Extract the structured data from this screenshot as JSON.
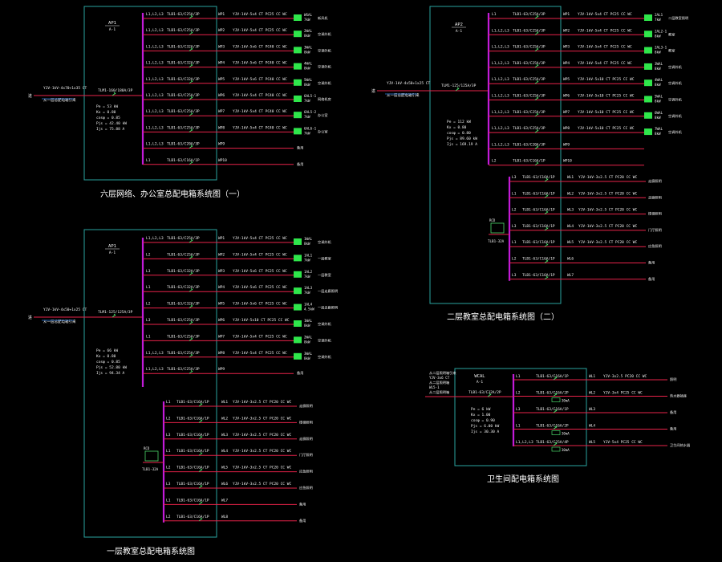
{
  "colors": {
    "background": "#000000",
    "panel_border": "#2aa3a0",
    "busbar": "#c21bd8",
    "circuit_line": "#e8234a",
    "label": "#f2f2f2",
    "load_box": "#2fe64b"
  },
  "titles": {
    "p1": "六层网络、办公室总配电箱系统图（一）",
    "p2": "一层教室总配电箱系统图",
    "p3": "二层教室总配电箱系统图（二）",
    "p4": "卫生间配电箱系统图"
  },
  "panels": {
    "p1": {
      "name": "AP1",
      "sub": "A-1",
      "feed_cable": "YJV-1kV-4x70+1x35 CT",
      "feed_note": "从一层总配电箱引来",
      "main_breaker": "TLM1-160/180A/3P",
      "side_mark": "进",
      "params": [
        "Pe = 53 kW",
        "Kx = 0.80",
        "cosφ = 0.85",
        "Pjs = 42.40 kW",
        "Ijs = 75.88 A"
      ],
      "rows": [
        {
          "phase": "L1,L2,L3",
          "breaker": "TLB1-63/C25A/3P",
          "id": "WP1",
          "cable": "YJV-1kV-5x4 CT PC25 CC WC",
          "box": "WSAL",
          "box2": "7kW",
          "dest": "新风机"
        },
        {
          "phase": "L1,L2,L3",
          "breaker": "TLB1-63/C25A/3P",
          "id": "WP2",
          "cable": "YJV-1kV-5x4 CT PC25 CC WC",
          "box": "2WAL",
          "box2": "8kW",
          "dest": "空调外机"
        },
        {
          "phase": "L1,L2,L3",
          "breaker": "TLB1-63/C32A/3P",
          "id": "WP3",
          "cable": "YJV-1kV-5x6 CT PC40 CC WC",
          "box": "3WAL",
          "box2": "8kW",
          "dest": "空调外机"
        },
        {
          "phase": "L1,L2,L3",
          "breaker": "TLB1-63/C32A/3P",
          "id": "WP4",
          "cable": "YJV-1kV-5x6 CT PC40 CC WC",
          "box": "4WAL",
          "box2": "8kW",
          "dest": "空调外机"
        },
        {
          "phase": "L1,L2,L3",
          "breaker": "TLB1-63/C32A/3P",
          "id": "WP5",
          "cable": "YJV-1kV-5x6 CT PC40 CC WC",
          "box": "5WAL",
          "box2": "8kW",
          "dest": "空调外机"
        },
        {
          "phase": "L1,L2,L3",
          "breaker": "TLB1-63/C25A/3P",
          "id": "WP6",
          "cable": "YJV-1kV-5x4 CT PC40 CC WC",
          "box": "6AL5-1",
          "box2": "7kW",
          "dest": "网络机房"
        },
        {
          "phase": "L1,L2,L3",
          "breaker": "TLB1-63/C25A/3P",
          "id": "WP7",
          "cable": "YJV-1kV-5x4 CT PC40 CC WC",
          "box": "6AL5-2",
          "box2": "7kW",
          "dest": "办公室"
        },
        {
          "phase": "L1,L2,L3",
          "breaker": "TLB1-63/C25A/3P",
          "id": "WP8",
          "cable": "YJV-1kV-5x4 CT PC40 CC WC",
          "box": "6AL6-1",
          "box2": "7kW",
          "dest": "办公室"
        },
        {
          "phase": "L1,L2,L3",
          "breaker": "TLB1-63/C20A/3P",
          "id": "WP9",
          "cable": "",
          "box": "",
          "box2": "",
          "dest": "备用"
        },
        {
          "phase": "L1",
          "breaker": "TLB1-63/C16A/1P",
          "id": "WP10",
          "cable": "",
          "box": "",
          "box2": "",
          "dest": "备用"
        }
      ]
    },
    "p2": {
      "name": "AP1",
      "sub": "A-1",
      "feed_cable": "YJV-1kV-4x50+1x25 CT",
      "feed_note": "从一层总配电箱引来",
      "main_breaker": "TLM1-125/125A/3P",
      "side_mark": "进",
      "params": [
        "Pe = 66 kW",
        "Kx = 0.80",
        "cosφ = 0.85",
        "Pjs = 52.80 kW",
        "Ijs = 94.34 A"
      ],
      "rows": [
        {
          "phase": "L1,L2,L3",
          "breaker": "TLB1-63/C25A/3P",
          "id": "WP1",
          "cable": "YJV-1kV-5x4 CT PC25 CC WC",
          "box": "1WAL",
          "box2": "8kW",
          "dest": "空调外机"
        },
        {
          "phase": "L2",
          "breaker": "TLB1-63/C25A/3P",
          "id": "WP2",
          "cable": "YJV-1kV-5x4 CT PC25 CC WC",
          "box": "1AL1",
          "box2": "7kW",
          "dest": "一层教室"
        },
        {
          "phase": "L3",
          "breaker": "TLB1-63/C32A/3P",
          "id": "WP3",
          "cable": "YJV-1kV-5x6 CT PC25 CC WC",
          "box": "1AL2",
          "box2": "7kW",
          "dest": "一层教室"
        },
        {
          "phase": "L1",
          "breaker": "TLB1-63/C32A/3P",
          "id": "WP4",
          "cable": "YJV-1kV-5x6 CT PC25 CC WC",
          "box": "1AL3",
          "box2": "7kW",
          "dest": "一层走廊照明"
        },
        {
          "phase": "L2",
          "breaker": "TLB1-63/C32A/3P",
          "id": "WP5",
          "cable": "YJV-1kV-5x6 CT PC25 CC WC",
          "box": "1AL4",
          "box2": "4.5kW",
          "dest": "一层走廊照明"
        },
        {
          "phase": "L3",
          "breaker": "TLB1-63/C25A/3P",
          "id": "WP6",
          "cable": "YJV-1kV-5x10 CT PC25 CC WC",
          "box": "1WAL",
          "box2": "8kW",
          "dest": "空调外机"
        },
        {
          "phase": "L1",
          "breaker": "TLB1-63/C25A/3P",
          "id": "WP7",
          "cable": "YJV-1kV-5x4 CT PC25 CC WC",
          "box": "2WAL",
          "box2": "8kW",
          "dest": "空调外机"
        },
        {
          "phase": "L1,L2,L3",
          "breaker": "TLB1-63/C25A/3P",
          "id": "WP8",
          "cable": "YJV-1kV-5x4 CT PC25 CC WC",
          "box": "3WAL",
          "box2": "8kW",
          "dest": "空调外机"
        },
        {
          "phase": "L1,L2,L3",
          "breaker": "TLB1-63/C25A/3P",
          "id": "WP9",
          "cable": "",
          "box": "",
          "box2": "",
          "dest": "备用"
        }
      ],
      "rcd_label": "RCD",
      "rcd_model": "TLB1-32A",
      "sub_rows": [
        {
          "phase": "L1",
          "breaker": "TLB1-63/C16A/1P",
          "id": "WL1",
          "cable": "YJV-1kV-3x2.5 CT PC20 CC WC",
          "dest": "走廊照明"
        },
        {
          "phase": "L2",
          "breaker": "TLB1-63/C16A/1P",
          "id": "WL2",
          "cable": "YJV-1kV-3x2.5 CT PC20 CC WC",
          "dest": "楼梯照明"
        },
        {
          "phase": "L3",
          "breaker": "TLB1-63/C16A/1P",
          "id": "WL3",
          "cable": "YJV-1kV-3x2.5 CT PC20 CC WC",
          "dest": "走廊照明"
        },
        {
          "phase": "L1",
          "breaker": "TLB1-63/C16A/1P",
          "id": "WL4",
          "cable": "YJV-1kV-3x2.5 CT PC20 CC WC",
          "dest": "门厅照明"
        },
        {
          "phase": "L2",
          "breaker": "TLB1-63/C16A/1P",
          "id": "WL5",
          "cable": "YJV-1kV-3x2.5 CT PC20 CC WC",
          "dest": "应急照明"
        },
        {
          "phase": "L3",
          "breaker": "TLB1-63/C16A/1P",
          "id": "WL6",
          "cable": "YJV-1kV-3x2.5 CT PC20 CC WC",
          "dest": "应急照明"
        },
        {
          "phase": "L1",
          "breaker": "TLB1-63/C16A/1P",
          "id": "WL7",
          "cable": "",
          "dest": "备用"
        },
        {
          "phase": "L2",
          "breaker": "TLB1-63/C16A/1P",
          "id": "WL8",
          "cable": "",
          "dest": "备用"
        }
      ]
    },
    "p3": {
      "name": "AP2",
      "sub": "A-1",
      "feed_cable": "YJV-1kV-4x50+1x25 CT",
      "feed_note": "从一层总配电箱引来",
      "main_breaker": "TLM1-125/125A/3P",
      "side_mark": "进",
      "params": [
        "Pe = 112 kW",
        "Kx = 0.80",
        "cosφ = 0.80",
        "Pjs = 89.60 kW",
        "Ijs = 169.19 A"
      ],
      "rows": [
        {
          "phase": "L1",
          "breaker": "TLB1-63/C25A/3P",
          "id": "WP1",
          "cable": "YJV-1kV-5x4 CT PC25 CC WC",
          "box": "2AL1",
          "box2": "7kW",
          "dest": "二层教室照明"
        },
        {
          "phase": "L1,L2,L3",
          "breaker": "TLB1-63/C25A/3P",
          "id": "WP2",
          "cable": "YJV-1kV-5x4 CT PC25 CC WC",
          "box": "2AL2-1",
          "box2": "8kW",
          "dest": "教室"
        },
        {
          "phase": "L1,L2,L3",
          "breaker": "TLB1-63/C25A/3P",
          "id": "WP3",
          "cable": "YJV-1kV-5x4 CT PC25 CC WC",
          "box": "2AL3-1",
          "box2": "8kW",
          "dest": "教室"
        },
        {
          "phase": "L1,L2,L3",
          "breaker": "TLB1-63/C25A/3P",
          "id": "WP4",
          "cable": "YJV-1kV-5x4 CT PC25 CC WC",
          "box": "3WAL",
          "box2": "8kW",
          "dest": "空调外机"
        },
        {
          "phase": "L1,L2,L3",
          "breaker": "TLB1-63/C25A/3P",
          "id": "WP5",
          "cable": "YJV-1kV-5x10 CT PC25 CC WC",
          "box": "4WAL",
          "box2": "8kW",
          "dest": "空调外机"
        },
        {
          "phase": "L1,L2,L3",
          "breaker": "TLB1-63/C25A/3P",
          "id": "WP6",
          "cable": "YJV-1kV-5x10 CT PC25 CC WC",
          "box": "5WAL",
          "box2": "8kW",
          "dest": "空调外机"
        },
        {
          "phase": "L1,L2,L3",
          "breaker": "TLB1-63/C25A/3P",
          "id": "WP7",
          "cable": "YJV-1kV-5x10 CT PC25 CC WC",
          "box": "6WAL",
          "box2": "8kW",
          "dest": "空调外机"
        },
        {
          "phase": "L1,L2,L3",
          "breaker": "TLB1-63/C25A/3P",
          "id": "WP8",
          "cable": "YJV-1kV-5x10 CT PC25 CC WC",
          "box": "7WAL",
          "box2": "8kW",
          "dest": "空调外机"
        },
        {
          "phase": "L1,L2,L3",
          "breaker": "TLB1-63/C20A/3P",
          "id": "WP9",
          "cable": "",
          "box": "",
          "box2": "",
          "dest": ""
        },
        {
          "phase": "L2",
          "breaker": "TLB1-63/C16A/1P",
          "id": "WP10",
          "cable": "",
          "box": "",
          "box2": "",
          "dest": ""
        }
      ],
      "rcd_label": "RCD",
      "rcd_model": "TLB1-32A",
      "sub_rows": [
        {
          "phase": "L3",
          "breaker": "TLB1-63/C16A/1P",
          "id": "WL1",
          "cable": "YJV-1kV-3x2.5 CT PC20 CC WC",
          "dest": "走廊照明"
        },
        {
          "phase": "L1",
          "breaker": "TLB1-63/C16A/1P",
          "id": "WL2",
          "cable": "YJV-1kV-3x2.5 CT PC20 CC WC",
          "dest": "走廊照明"
        },
        {
          "phase": "L2",
          "breaker": "TLB1-63/C16A/1P",
          "id": "WL3",
          "cable": "YJV-1kV-3x2.5 CT PC20 CC WC",
          "dest": "楼梯照明"
        },
        {
          "phase": "L3",
          "breaker": "TLB1-63/C16A/1P",
          "id": "WL4",
          "cable": "YJV-1kV-3x2.5 CT PC20 CC WC",
          "dest": "门厅照明"
        },
        {
          "phase": "L1",
          "breaker": "TLB1-63/C16A/1P",
          "id": "WL5",
          "cable": "YJV-1kV-3x2.5 CT PC20 CC WC",
          "dest": "应急照明"
        },
        {
          "phase": "L2",
          "breaker": "TLB1-63/C16A/1P",
          "id": "WL6",
          "cable": "",
          "dest": "备用"
        },
        {
          "phase": "L3",
          "breaker": "TLB1-63/C16A/1P",
          "id": "WL7",
          "cable": "",
          "dest": "备用"
        }
      ]
    },
    "p4": {
      "name": "WCAL",
      "sub": "A-1",
      "feed_lines": [
        "从二层照明箱引来",
        "YJV-3x6 CT",
        "从二层照明箱",
        "WL5-1",
        "从二层照明箱"
      ],
      "main_breaker": "TLB1-63/C32A/2P",
      "params": [
        "Pe = 6 kW",
        "Kx = 1.00",
        "cosφ = 0.90",
        "Pjs = 6.00 kW",
        "Ijs = 30.30 A"
      ],
      "rows": [
        {
          "phase": "L1",
          "breaker": "TLB1-63/C16A/1P",
          "rcd": "",
          "id": "WL1",
          "cable": "YJV-3x2.5 PC20 CC WC",
          "dest": "照明"
        },
        {
          "phase": "L2",
          "breaker": "TLB1-63/C16A/2P",
          "rcd": "30mA",
          "id": "WL2",
          "cable": "YJV-3x4 PC25 CC WC",
          "dest": "热水器插座"
        },
        {
          "phase": "L3",
          "breaker": "TLB1-63/C16A/1P",
          "rcd": "",
          "id": "WL3",
          "cable": "",
          "dest": "备用"
        },
        {
          "phase": "L1",
          "breaker": "TLB1-63/C16A/2P",
          "rcd": "30mA",
          "id": "WL4",
          "cable": "",
          "dest": "备用"
        },
        {
          "phase": "L1,L2,L3",
          "breaker": "TLB1-63/C25A/4P",
          "rcd": "30mA",
          "id": "WL5",
          "cable": "YJV-5x4 PC25 CC WC",
          "dest": "卫生间热水器"
        }
      ]
    }
  }
}
